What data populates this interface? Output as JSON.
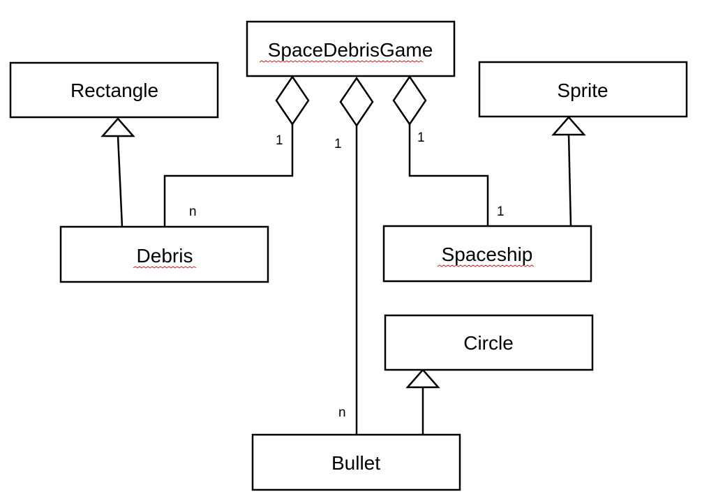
{
  "classes": {
    "game": "SpaceDebrisGame",
    "rectangle": "Rectangle",
    "sprite": "Sprite",
    "debris": "Debris",
    "spaceship": "Spaceship",
    "circle": "Circle",
    "bullet": "Bullet"
  },
  "multiplicities": {
    "game_debris_game_end": "1",
    "game_debris_debris_end": "n",
    "game_bullet_game_end": "1",
    "game_bullet_bullet_end": "n",
    "game_spaceship_game_end": "1",
    "game_spaceship_spaceship_end": "1"
  },
  "colors": {
    "stroke": "#000000",
    "background": "#ffffff",
    "spellcheck_underline": "#d02020"
  }
}
